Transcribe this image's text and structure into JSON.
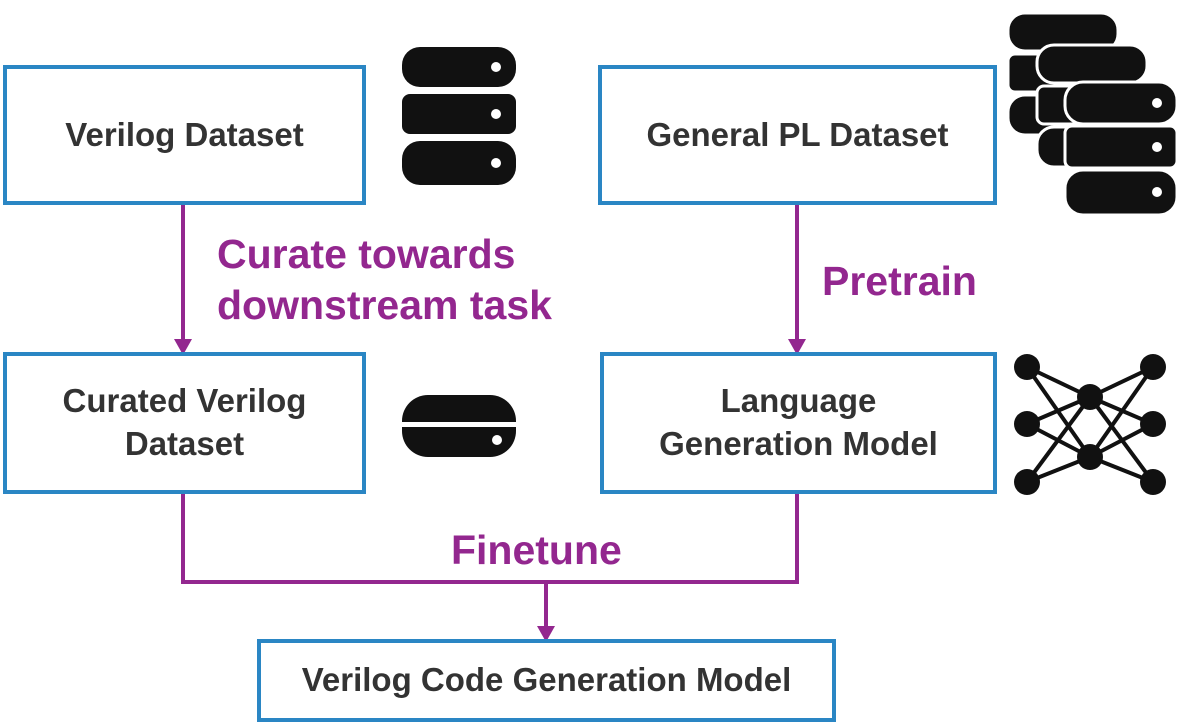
{
  "nodes": {
    "verilog_dataset": "Verilog Dataset",
    "general_pl_dataset": "General PL Dataset",
    "curated_line1": "Curated Verilog",
    "curated_line2": "Dataset",
    "lgm_line1": "Language",
    "lgm_line2": "Generation Model",
    "final_model": "Verilog Code Generation Model"
  },
  "edges": {
    "curate_line1": "Curate towards",
    "curate_line2": "downstream task",
    "pretrain": "Pretrain",
    "finetune": "Finetune"
  },
  "colors": {
    "box_border": "#2a86c4",
    "arrow": "#93278f",
    "label": "#93278f",
    "text": "#333333",
    "icon": "#111111"
  },
  "icons": [
    "database-icon",
    "database-stack-icon",
    "database-small-icon",
    "neural-network-icon"
  ]
}
